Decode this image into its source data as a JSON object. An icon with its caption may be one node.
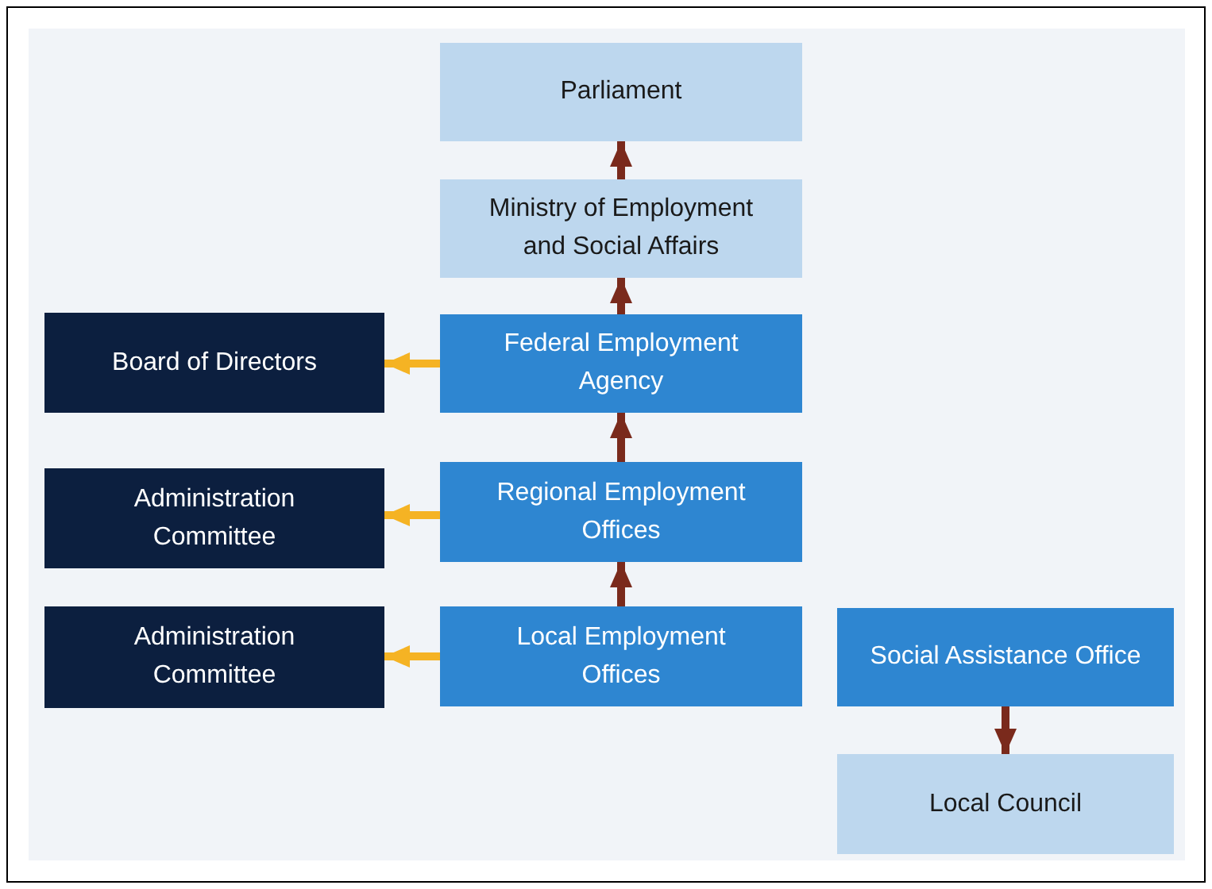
{
  "diagram": {
    "nodes": [
      {
        "text": [
          "Parliament"
        ]
      },
      {
        "text": [
          "Ministry of Employment and Social Affairs"
        ]
      },
      {
        "text": [
          "Federal Employment Agency"
        ]
      },
      {
        "text": [
          "Board of Directors"
        ]
      },
      {
        "text": [
          "Regional Employment Offices"
        ]
      },
      {
        "text": [
          "Administration Committee"
        ]
      },
      {
        "text": [
          "Local Employment Offices"
        ]
      },
      {
        "text": [
          "Administration Committee"
        ]
      },
      {
        "text": [
          "Social Assistance Office"
        ]
      },
      {
        "text": [
          "Local Council"
        ]
      }
    ],
    "edges": [
      {
        "from": 1,
        "to": 0,
        "arrow": "to"
      },
      {
        "from": 2,
        "to": 1,
        "arrow": "to"
      },
      {
        "from": 2,
        "to": 3,
        "arrow": "to",
        "color": "#f5b324"
      },
      {
        "from": 4,
        "to": 2,
        "arrow": "to"
      },
      {
        "from": 4,
        "to": 5,
        "arrow": "to",
        "color": "#f5b324"
      },
      {
        "from": 6,
        "to": 4,
        "arrow": "to"
      },
      {
        "from": 6,
        "to": 7,
        "arrow": "to",
        "color": "#f5b324"
      },
      {
        "from": 8,
        "to": 9,
        "arrow": "to"
      }
    ]
  }
}
